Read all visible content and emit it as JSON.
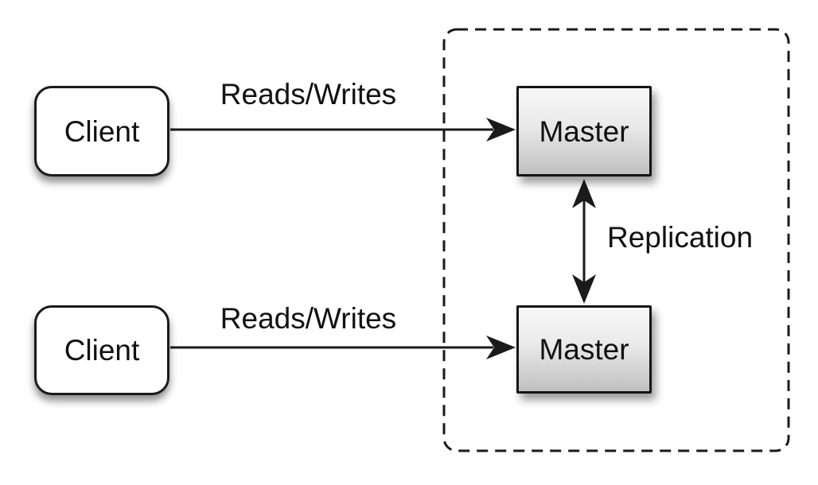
{
  "diagram": {
    "type": "architecture-diagram",
    "nodes": {
      "client_top": {
        "label": "Client"
      },
      "client_bottom": {
        "label": "Client"
      },
      "master_top": {
        "label": "Master"
      },
      "master_bottom": {
        "label": "Master"
      }
    },
    "edge_labels": {
      "reads_writes_top": "Reads/Writes",
      "reads_writes_bottom": "Reads/Writes",
      "replication": "Replication"
    },
    "group": {
      "border_style": "dashed",
      "contains": [
        "Master",
        "Master"
      ]
    },
    "colors": {
      "background": "#ffffff",
      "stroke": "#1a1a1a",
      "client_fill": "#ffffff",
      "master_gradient_top": "#f8f8f8",
      "master_gradient_bottom": "#c0c0c0",
      "text": "#111111"
    }
  }
}
